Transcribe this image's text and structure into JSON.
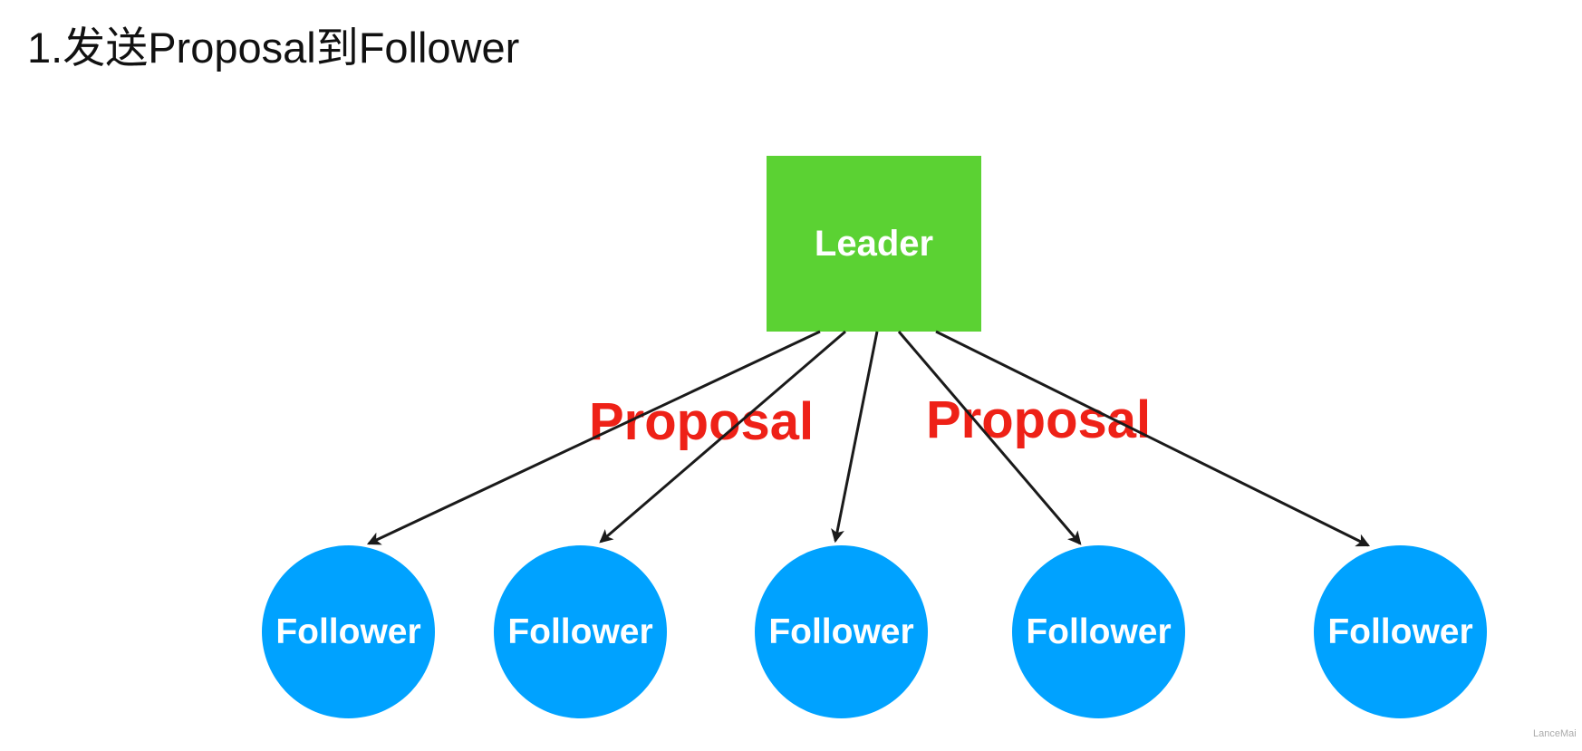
{
  "page": {
    "title": "1.发送Proposal到Follower",
    "watermark": "LanceMai"
  },
  "diagram": {
    "leader": {
      "label": "Leader",
      "shape": "rectangle"
    },
    "followers": [
      {
        "label": "Follower"
      },
      {
        "label": "Follower"
      },
      {
        "label": "Follower"
      },
      {
        "label": "Follower"
      },
      {
        "label": "Follower"
      }
    ],
    "edge_labels": [
      {
        "label": "Proposal"
      },
      {
        "label": "Proposal"
      }
    ],
    "edges": [
      {
        "from": "Leader",
        "to": "Follower-1"
      },
      {
        "from": "Leader",
        "to": "Follower-2"
      },
      {
        "from": "Leader",
        "to": "Follower-3"
      },
      {
        "from": "Leader",
        "to": "Follower-4"
      },
      {
        "from": "Leader",
        "to": "Follower-5"
      }
    ]
  },
  "colors": {
    "leader_fill": "#5BD233",
    "follower_fill": "#00A2FF",
    "node_text": "#FFFFFF",
    "proposal_text": "#EE2117",
    "arrow": "#1A1A1A",
    "title_text": "#111111",
    "watermark_text": "#ABABAB"
  }
}
